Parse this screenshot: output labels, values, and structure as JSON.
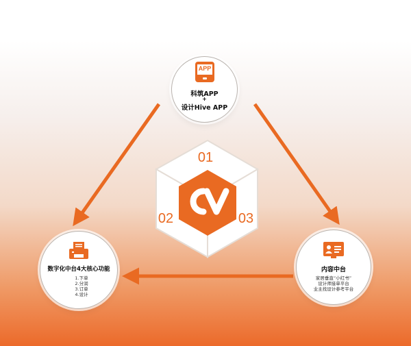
{
  "colors": {
    "accent": "#e96a22",
    "cube_face": "#ffffff",
    "cube_edge": "#ece6e1",
    "text": "#111111"
  },
  "hub": {
    "label_top": "01",
    "label_left": "02",
    "label_right": "03",
    "logo_text": "CV",
    "icon": "cube-logo-icon"
  },
  "node_top": {
    "icon": "app-phone-icon",
    "icon_text": "APP",
    "line1": "科筑APP",
    "line2": "+",
    "line3": "设计Hive APP"
  },
  "node_left": {
    "icon": "printer-icon",
    "title": "数字化中台4大核心功能",
    "items": [
      "1.下单",
      "2.分润",
      "3.订单",
      "4.设计"
    ]
  },
  "node_right": {
    "icon": "id-card-icon",
    "title": "内容中台",
    "items": [
      "家居垂直“小红书”",
      "设计师接单平台",
      "业主找设计参考平台"
    ]
  }
}
